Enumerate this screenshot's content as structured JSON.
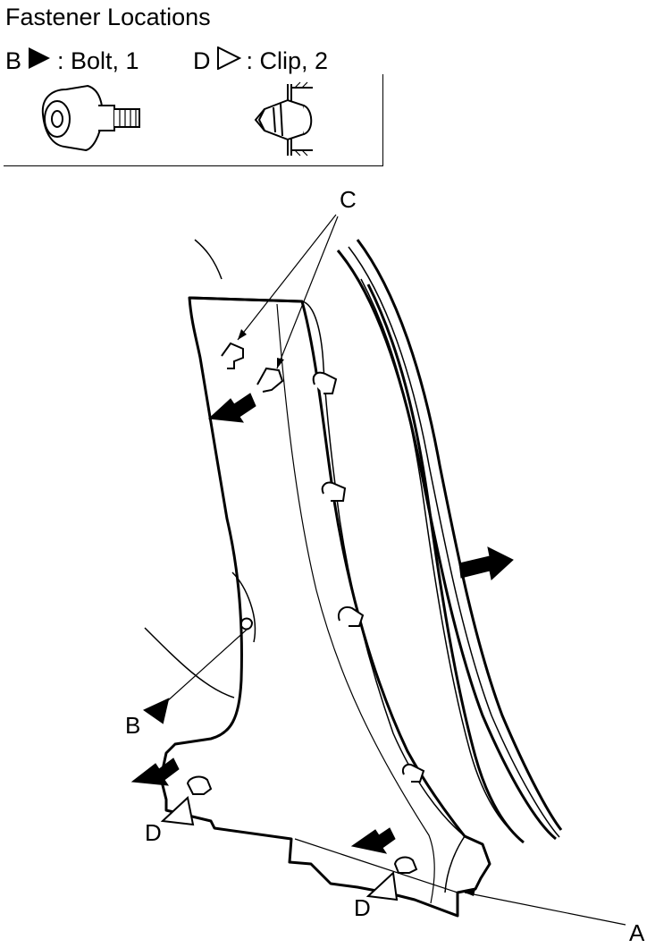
{
  "title": "Fastener Locations",
  "legend": {
    "bolt": {
      "letter": "B",
      "text": ": Bolt, 1",
      "icon": "filled-triangle-icon"
    },
    "clip": {
      "letter": "D",
      "text": ": Clip, 2",
      "icon": "outline-triangle-icon"
    }
  },
  "callouts": {
    "a": "A",
    "b": "B",
    "c": "C",
    "d1": "D",
    "d2": "D"
  }
}
